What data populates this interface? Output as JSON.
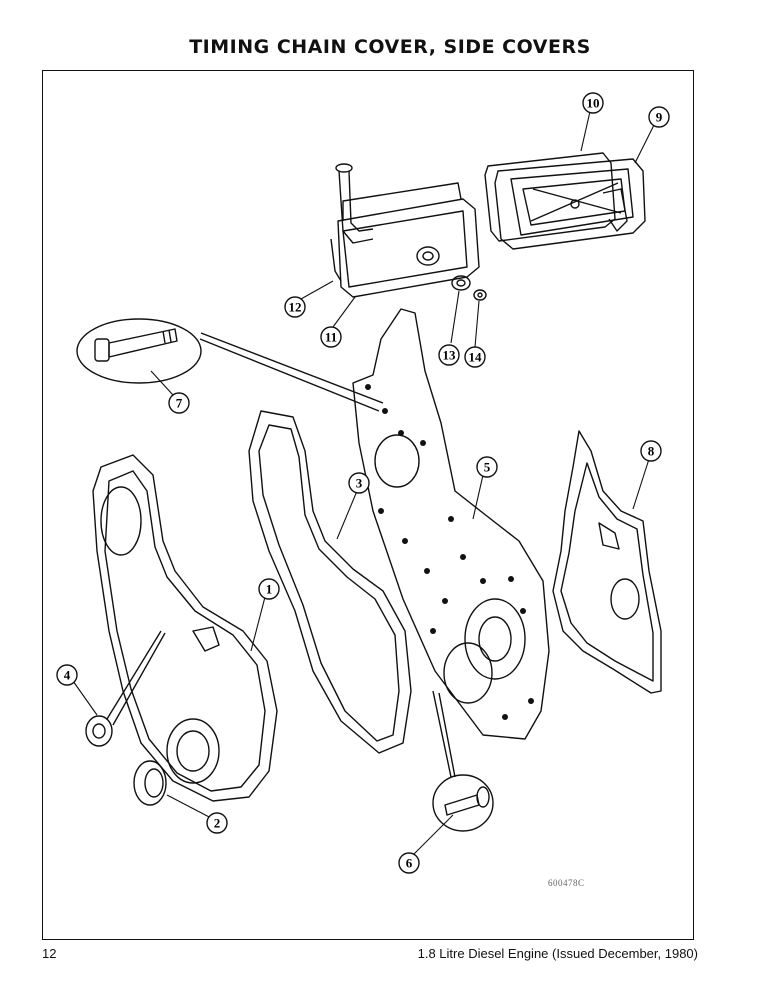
{
  "page": {
    "title": "TIMING CHAIN COVER, SIDE COVERS",
    "page_number": "12",
    "footer_text": "1.8 Litre Diesel Engine (Issued December, 1980)",
    "drawing_code": "600478C"
  },
  "callouts": [
    "1",
    "2",
    "3",
    "4",
    "5",
    "6",
    "7",
    "8",
    "9",
    "10",
    "11",
    "12",
    "13",
    "14"
  ]
}
